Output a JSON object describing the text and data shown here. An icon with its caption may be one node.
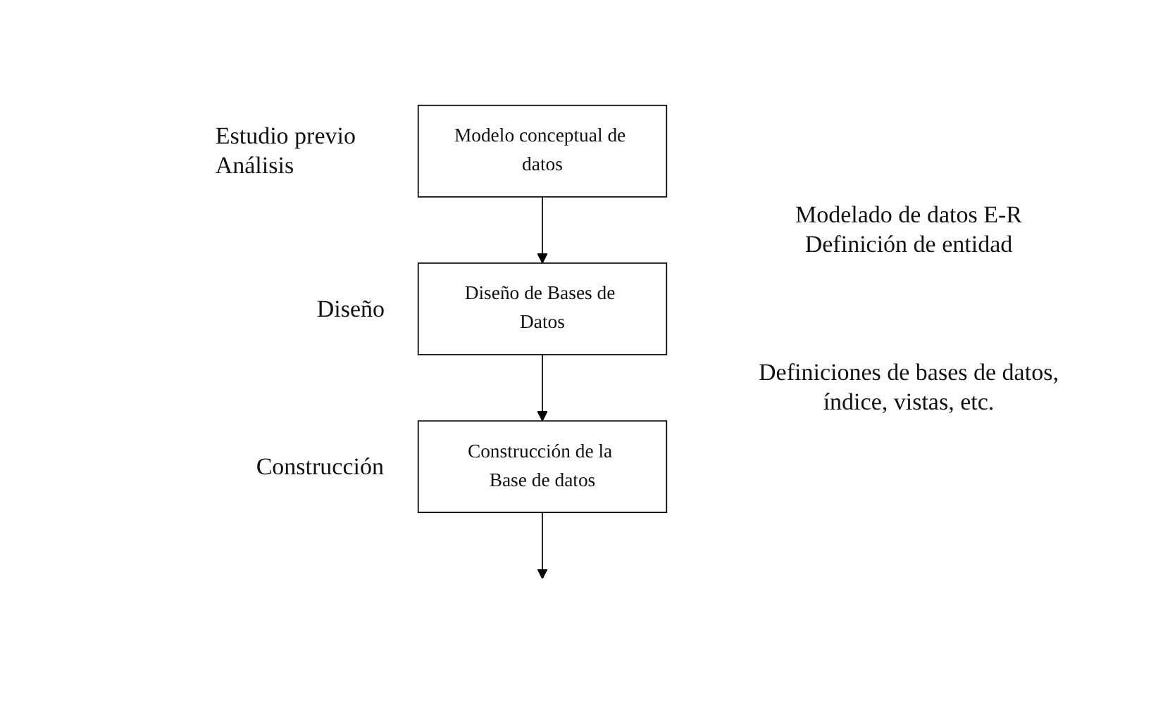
{
  "diagram": {
    "nodes": [
      {
        "text": [
          "Modelo conceptual de datos"
        ],
        "beside": [
          "Estudio previo Análisis"
        ]
      },
      {
        "text": [
          "Diseño de Bases de Datos"
        ],
        "beside": [
          "Diseño"
        ]
      },
      {
        "text": [
          "Construcción de la Base de datos"
        ],
        "beside": [
          "Construcción"
        ]
      }
    ],
    "edges": [
      {
        "from": 0,
        "to": 1,
        "arrow": "to"
      },
      {
        "from": 1,
        "to": 2,
        "arrow": "to"
      },
      {
        "from": 2,
        "to": null,
        "arrow": "to"
      }
    ],
    "labels": [
      "Modelado de datos E-R Definición de entidad",
      "Definiciones de bases de datos, índice, vistas, etc."
    ]
  }
}
